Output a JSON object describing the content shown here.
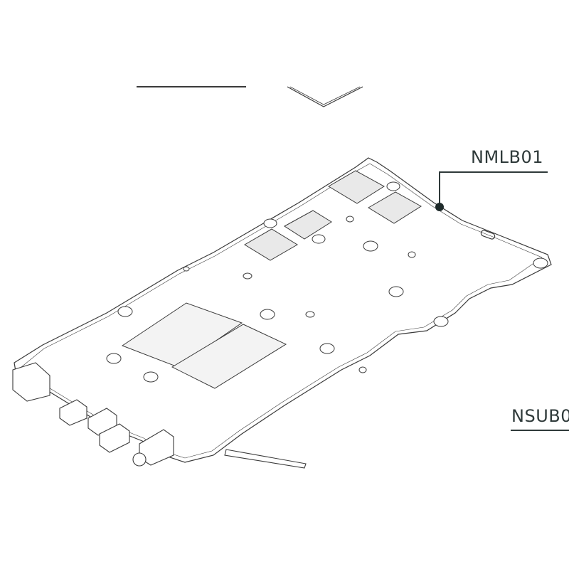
{
  "callouts": [
    {
      "id": "NMLB01",
      "label": "NMLB01",
      "description_visible": false
    },
    {
      "id": "NSUB0",
      "label": "NSUB0"
    }
  ],
  "colors": {
    "line": "#3a3a3a",
    "leader": "#2f3a3a",
    "pad": "#e9e9e9"
  }
}
